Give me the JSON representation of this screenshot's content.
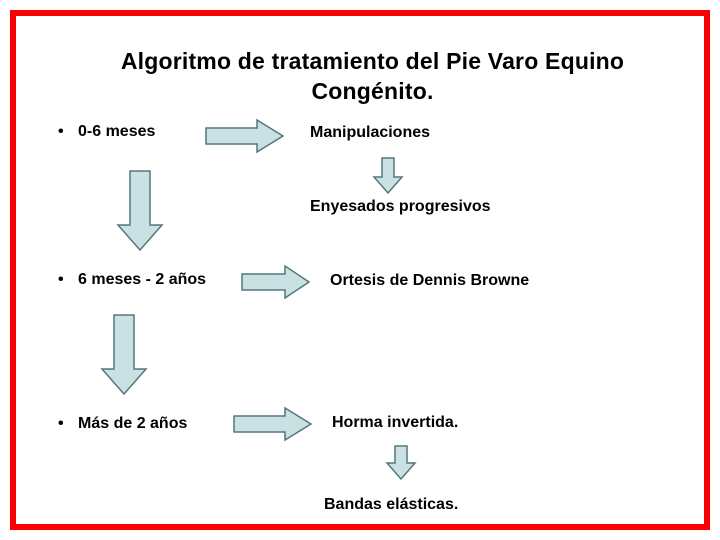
{
  "title": {
    "line1": "Algoritmo de tratamiento del Pie Varo Equino",
    "line2": "Congénito."
  },
  "rows": [
    {
      "bullet": "•",
      "label": "0-6 meses",
      "result": "Manipulaciones",
      "followup": "Enyesados progresivos"
    },
    {
      "bullet": "•",
      "label": "6 meses - 2 años",
      "result": "Ortesis de Dennis Browne"
    },
    {
      "bullet": "•",
      "label": "Más de 2 años",
      "result": "Horma invertida.",
      "followup": "Bandas elásticas."
    }
  ],
  "colors": {
    "border": "#ff0000",
    "arrow_fill": "#c9e1e3",
    "arrow_outline": "#55777c",
    "text": "#000000",
    "background": "#ffffff"
  }
}
